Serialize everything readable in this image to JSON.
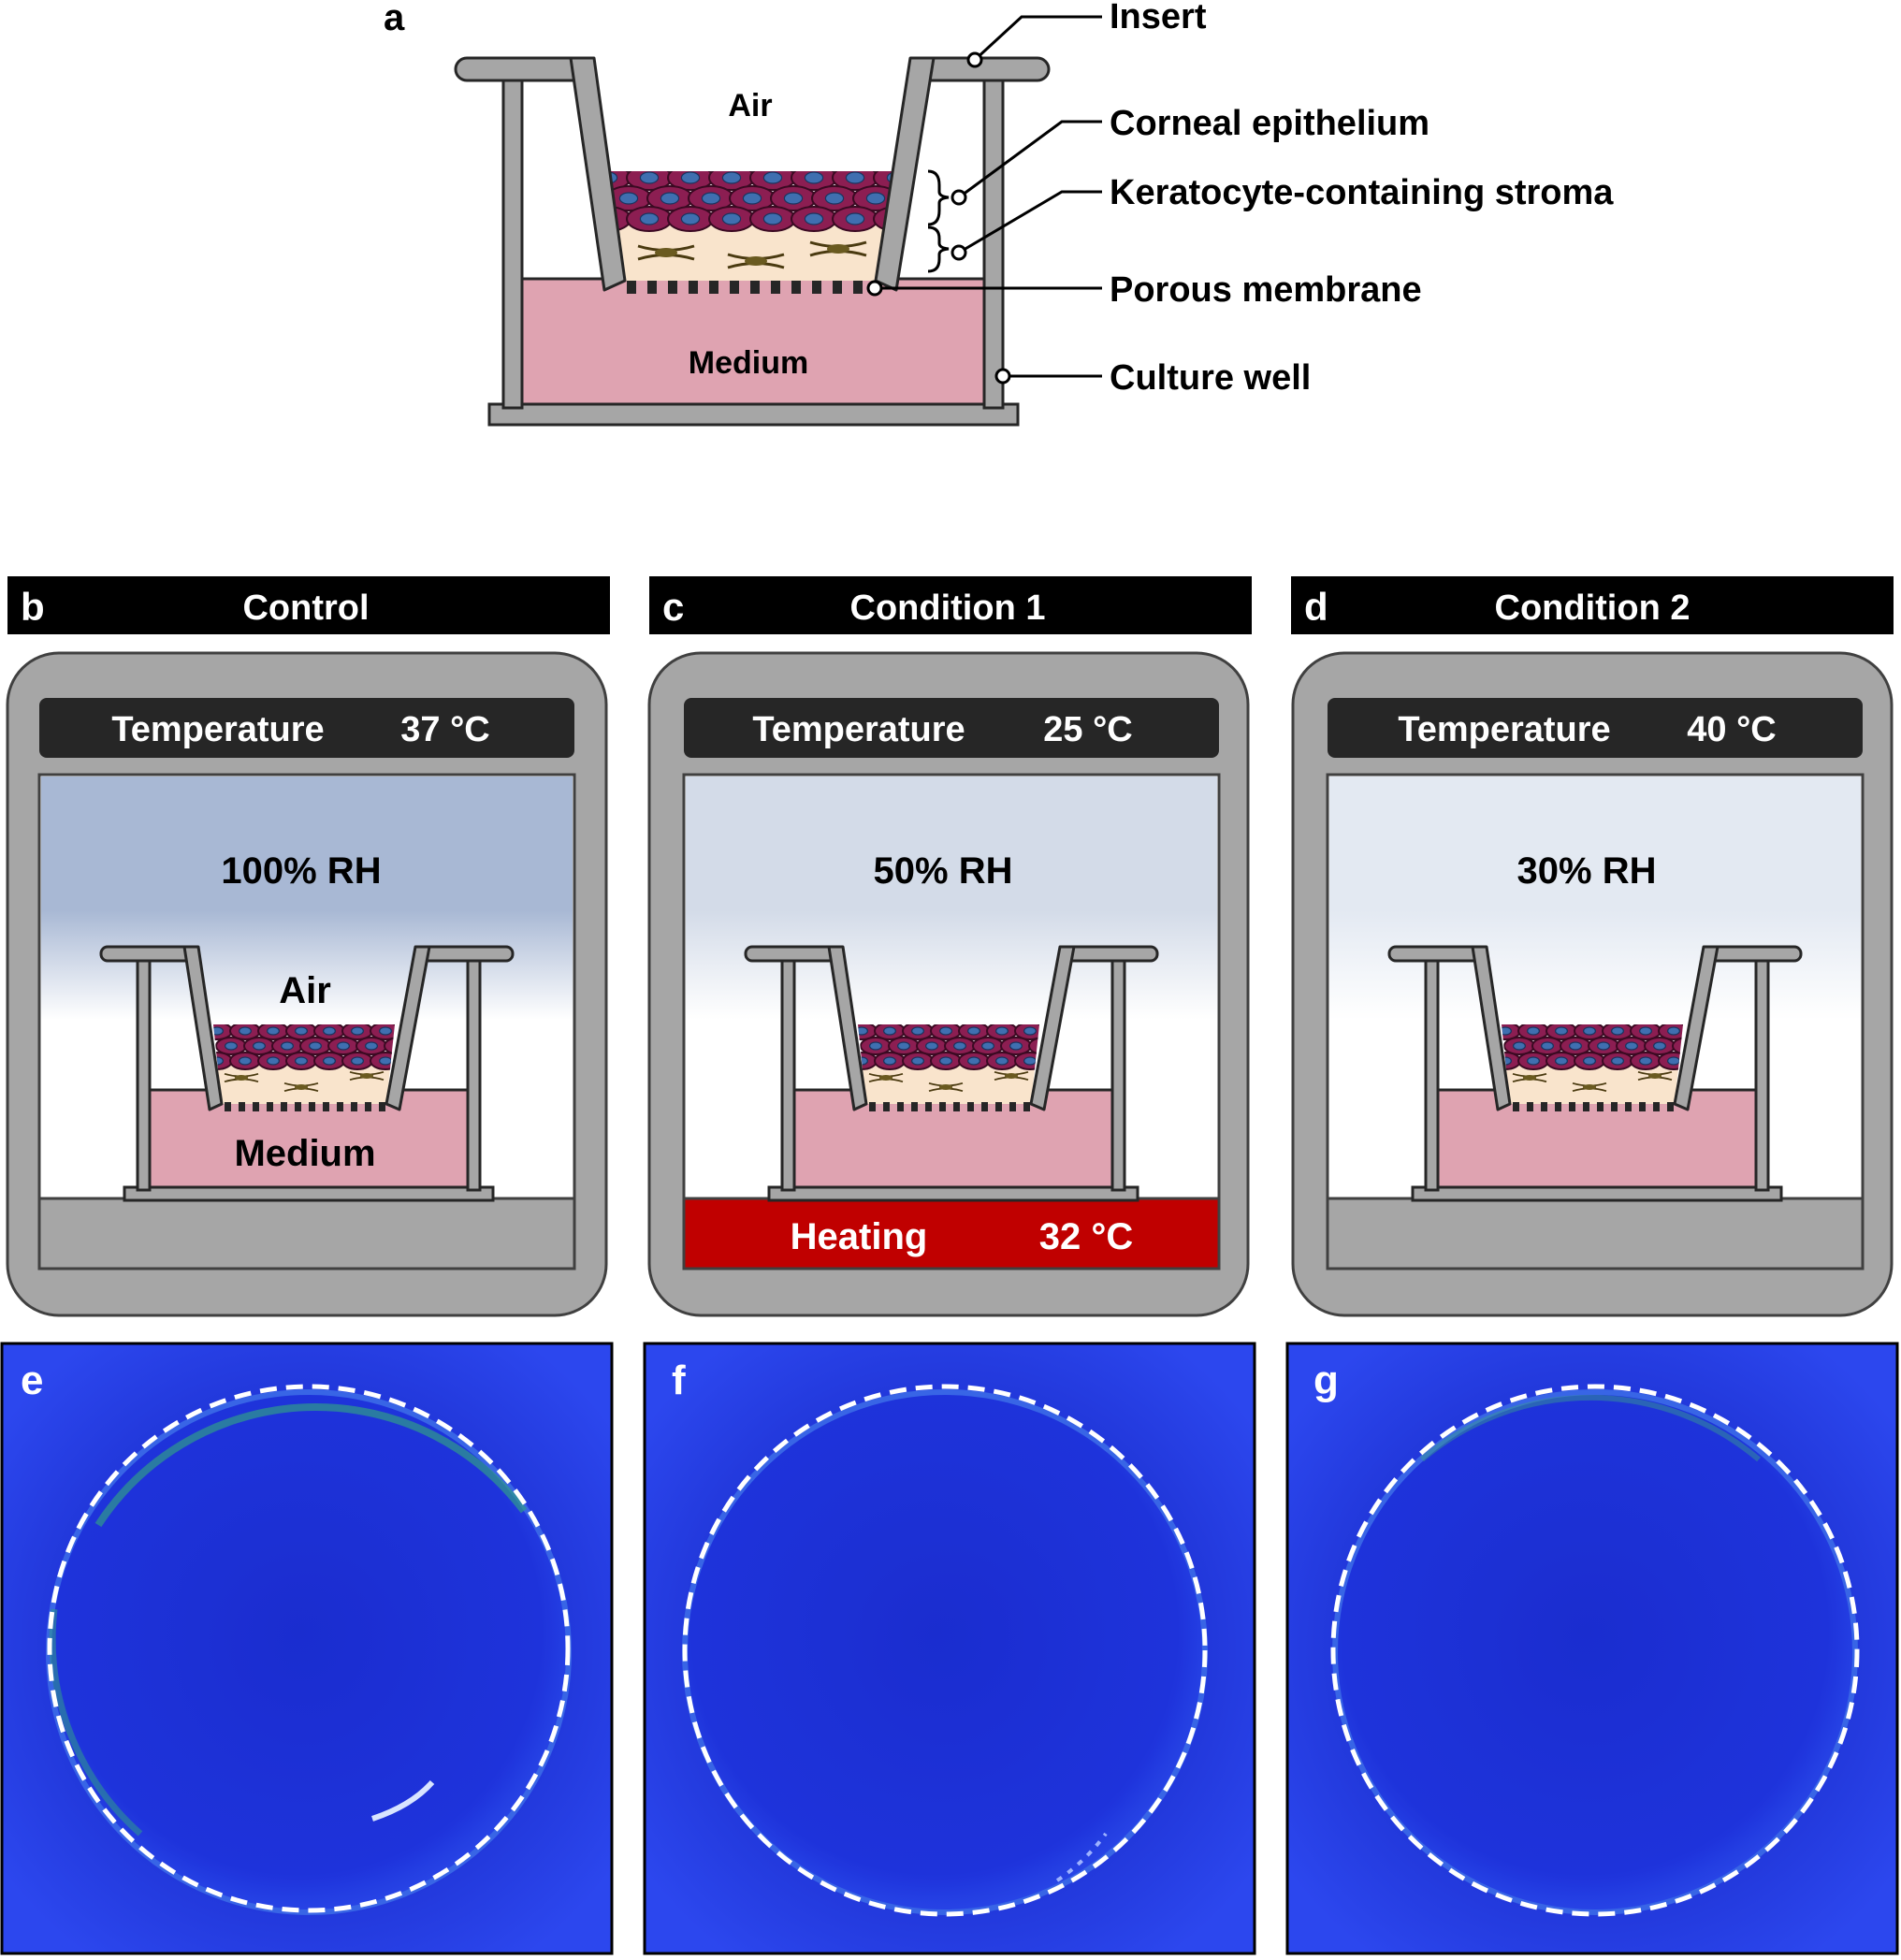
{
  "panel_a": {
    "letter": "a",
    "air_label": "Air",
    "medium_label": "Medium",
    "callouts": {
      "insert": "Insert",
      "epithelium": "Corneal epithelium",
      "stroma": "Keratocyte-containing stroma",
      "membrane": "Porous membrane",
      "well": "Culture well"
    }
  },
  "panels": [
    {
      "letter": "b",
      "title": "Control",
      "temperature_label": "Temperature",
      "temperature_value": "37 °C",
      "rh_label": "100% RH",
      "air_label": "Air",
      "medium_label": "Medium",
      "heating_label": "",
      "heating_value": "",
      "humidity_color": "#a8b8d4"
    },
    {
      "letter": "c",
      "title": "Condition 1",
      "temperature_label": "Temperature",
      "temperature_value": "25 °C",
      "rh_label": "50% RH",
      "air_label": "",
      "medium_label": "",
      "heating_label": "Heating",
      "heating_value": "32 °C",
      "humidity_color": "#d3dbe8",
      "heating_color": "#c00000"
    },
    {
      "letter": "d",
      "title": "Condition 2",
      "temperature_label": "Temperature",
      "temperature_value": "40 °C",
      "rh_label": "30% RH",
      "air_label": "",
      "medium_label": "",
      "heating_label": "",
      "heating_value": "",
      "humidity_color": "#e3e9f2"
    }
  ],
  "photos": [
    {
      "letter": "e"
    },
    {
      "letter": "f"
    },
    {
      "letter": "g"
    }
  ],
  "colors": {
    "frame_gray": "#a6a6a6",
    "insert_gray": "#7f7f7f",
    "medium_pink": "#dfa3b1",
    "epithelium_cell": "#8c1e52",
    "cell_nucleus": "#3f6fb0",
    "stroma": "#f9e4cc",
    "header_black": "#000000",
    "temp_bar": "#262626",
    "photo_blue": "#1c2fd8"
  }
}
